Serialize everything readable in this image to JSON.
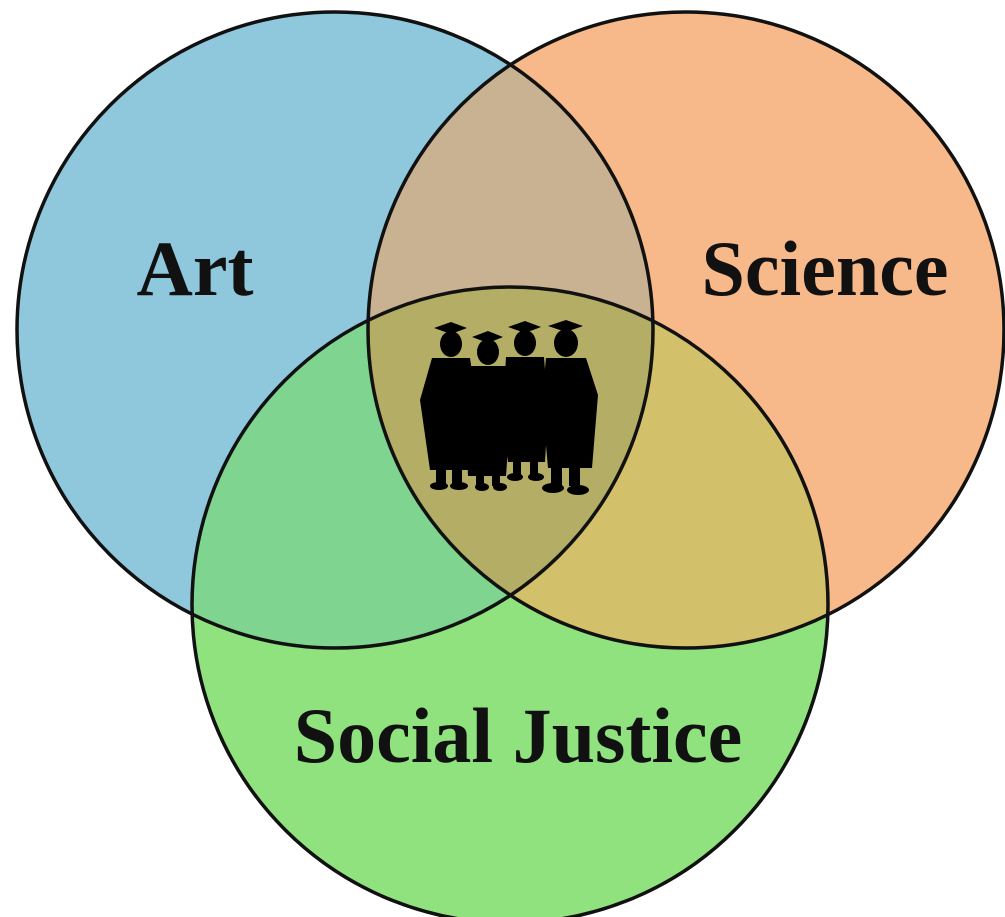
{
  "sets": [
    {
      "id": "art",
      "label": "Art",
      "color": "#8fc7dc"
    },
    {
      "id": "science",
      "label": "Science",
      "color": "#f7b98a"
    },
    {
      "id": "social-justice",
      "label": "Social Justice",
      "color": "#8fe27e"
    }
  ],
  "overlap_colors": {
    "art-science": "#c9b291",
    "art-social-justice": "#7fd58f",
    "science-social-justice": "#d2c06a",
    "all-three": "#b4ad66"
  },
  "center_icon": {
    "name": "graduates-silhouette-icon",
    "count": 4,
    "color": "#000000"
  },
  "outline_color": "#111111"
}
